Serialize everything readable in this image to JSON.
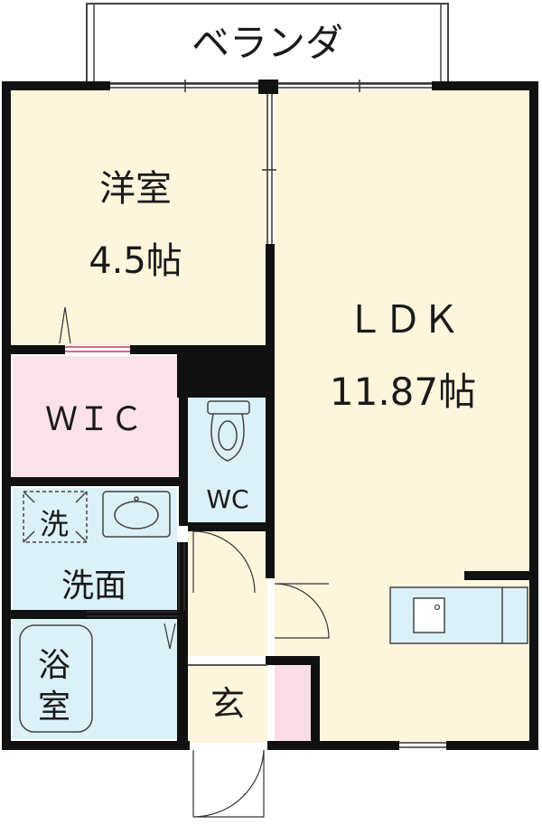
{
  "balcony": {
    "label": "ベランダ"
  },
  "rooms": {
    "western": {
      "name": "洋室",
      "size": "4.5帖"
    },
    "ldk": {
      "name": "ＬＤＫ",
      "size": "11.87帖"
    },
    "wic": {
      "name": "ＷＩＣ"
    },
    "wc": {
      "name": "WC"
    },
    "washroom": {
      "name": "洗面",
      "machine": "洗"
    },
    "bath": {
      "line1": "浴",
      "line2": "室"
    },
    "entrance": {
      "name": "玄"
    }
  },
  "colors": {
    "floor": "#fdf5dc",
    "wic": "#fbe1ea",
    "wet": "#dcf0f8",
    "shoe": "#fbdde8",
    "wall": "#111111"
  }
}
